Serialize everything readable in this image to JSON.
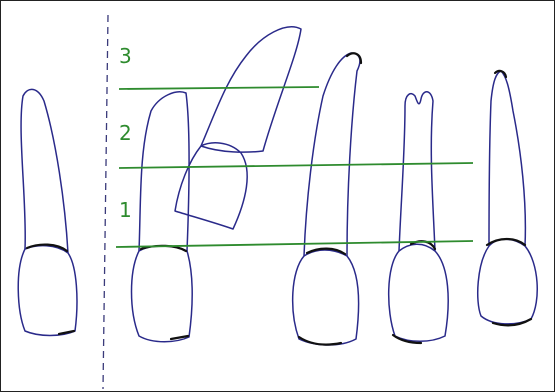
{
  "labels": {
    "level_3": "3",
    "level_2": "2",
    "level_1": "1"
  },
  "colors": {
    "outline": "#2a2a8a",
    "level_lines": "#2e8b2e",
    "label_text": "#2e8b2e",
    "frame": "#222222"
  }
}
